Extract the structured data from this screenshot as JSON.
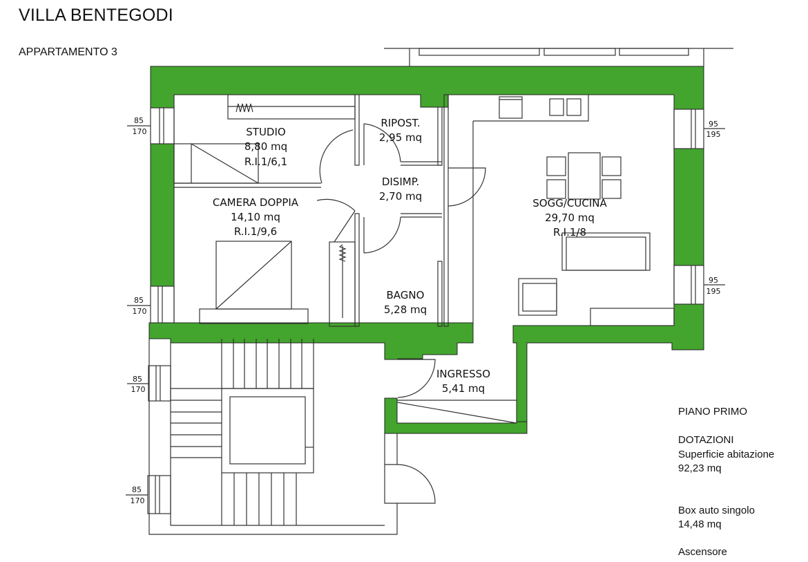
{
  "header": {
    "title": "VILLA BENTEGODI",
    "subtitle": "APPARTAMENTO 3"
  },
  "colors": {
    "wall": "#43a52d",
    "line": "#333333"
  },
  "rooms": [
    {
      "name": "STUDIO",
      "area": "8,80 mq",
      "ri": "R.I.1/6,1"
    },
    {
      "name": "RIPOST.",
      "area": "2,95 mq"
    },
    {
      "name": "DISIMP.",
      "area": "2,70 mq"
    },
    {
      "name": "CAMERA DOPPIA",
      "area": "14,10 mq",
      "ri": "R.I.1/9,6"
    },
    {
      "name": "SOGG/CUCINA",
      "area": "29,70 mq",
      "ri": "R.I.1/8"
    },
    {
      "name": "BAGNO",
      "area": "5,28 mq"
    },
    {
      "name": "INGRESSO",
      "area": "5,41 mq"
    }
  ],
  "windows": [
    {
      "width": "85",
      "height": "170"
    },
    {
      "width": "85",
      "height": "170"
    },
    {
      "width": "85",
      "height": "170"
    },
    {
      "width": "85",
      "height": "170"
    },
    {
      "width": "95",
      "height": "195"
    },
    {
      "width": "95",
      "height": "195"
    }
  ],
  "legend": {
    "floor": "PIANO PRIMO",
    "section": "DOTAZIONI",
    "surface_label": "Superficie abitazione",
    "surface_value": "92,23 mq",
    "garage_label": "Box auto singolo",
    "garage_value": "14,48 mq",
    "elevator": "Ascensore"
  }
}
